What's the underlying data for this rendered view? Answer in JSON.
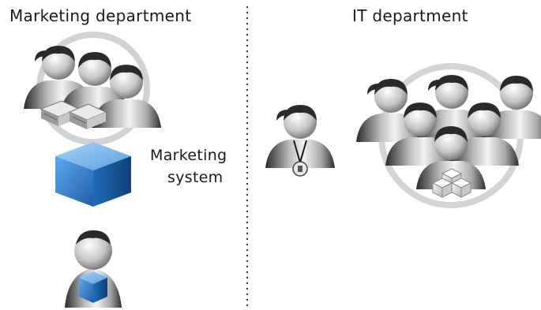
{
  "left_panel": {
    "title": "Marketing department",
    "system_label_line1": "Marketing",
    "system_label_line2": "system"
  },
  "right_panel": {
    "title": "IT department"
  },
  "colors": {
    "cube_blue": "#2f7fcf",
    "ring_gray": "#d4d4d4",
    "person_gray": "#8c8c8c",
    "hair": "#2a2a2a",
    "divider": "#333333"
  },
  "icons": [
    "person-icon",
    "money-stack-icon",
    "system-cube-icon",
    "id-badge-icon",
    "box-stack-icon"
  ]
}
